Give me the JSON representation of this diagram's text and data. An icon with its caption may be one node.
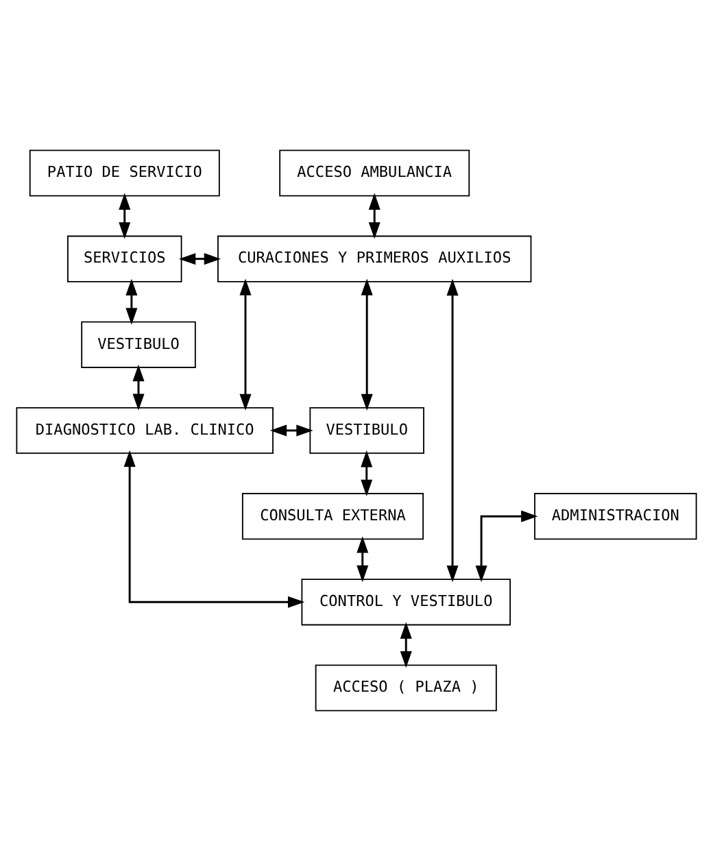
{
  "diagram": {
    "nodes": [
      {
        "text": [
          "ACCESO AMBULANCIA"
        ]
      },
      {
        "text": [
          "CURACIONES Y PRIMEROS AUXILIOS"
        ]
      },
      {
        "text": [
          "SERVICIOS"
        ]
      },
      {
        "text": [
          "PATIO DE SERVICIO"
        ]
      },
      {
        "text": [
          "VESTIBULO"
        ]
      },
      {
        "text": [
          "DIAGNOSTICO LAB. CLINICO"
        ]
      },
      {
        "text": [
          "VESTIBULO"
        ]
      },
      {
        "text": [
          "ADMINISTRACION"
        ]
      },
      {
        "text": [
          "CONSULTA EXTERNA"
        ]
      },
      {
        "text": [
          "CONTROL Y VESTIBULO"
        ]
      },
      {
        "text": [
          "ACCESO ( PLAZA )"
        ]
      }
    ],
    "edges": [
      {
        "from": 0,
        "to": 1,
        "arrow": "both"
      },
      {
        "from": 2,
        "to": 1,
        "arrow": "both"
      },
      {
        "from": 3,
        "to": 2,
        "arrow": "both"
      },
      {
        "from": 2,
        "to": 4,
        "arrow": "both"
      },
      {
        "from": 4,
        "to": 5,
        "arrow": "both"
      },
      {
        "from": 1,
        "to": 5,
        "arrow": "both"
      },
      {
        "from": 1,
        "to": 6,
        "arrow": "both"
      },
      {
        "from": 5,
        "to": 6,
        "arrow": "both"
      },
      {
        "from": 6,
        "to": 8,
        "arrow": "both"
      },
      {
        "from": 7,
        "to": 9,
        "arrow": "both"
      },
      {
        "from": 8,
        "to": 9,
        "arrow": "both"
      },
      {
        "from": 1,
        "to": 9,
        "arrow": "both"
      },
      {
        "from": 9,
        "to": 10,
        "arrow": "both"
      },
      {
        "from": 5,
        "to": 9,
        "arrow": "both"
      }
    ]
  }
}
